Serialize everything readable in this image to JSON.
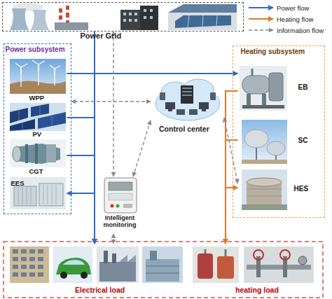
{
  "diagram": {
    "nodes": [
      {
        "text": [
          "Power Grid"
        ]
      },
      {
        "text": [
          "Power subsystem"
        ]
      },
      {
        "text": [
          "WPP"
        ],
        "in": 1
      },
      {
        "text": [
          "PV"
        ],
        "in": 1
      },
      {
        "text": [
          "CGT"
        ],
        "in": 1
      },
      {
        "text": [
          "EES"
        ],
        "in": 1
      },
      {
        "text": [
          "Control center"
        ]
      },
      {
        "text": [
          "Intelligent monitoring"
        ]
      },
      {
        "text": [
          "Heating subsystem"
        ]
      },
      {
        "text": [
          "EB"
        ],
        "in": 8
      },
      {
        "text": [
          "SC"
        ],
        "in": 8
      },
      {
        "text": [
          "HES"
        ],
        "in": 8
      },
      {
        "text": [
          "Electrical load"
        ]
      },
      {
        "text": [
          "heating load"
        ]
      }
    ],
    "edges": [
      {
        "from": 0,
        "to": 12,
        "arrow": "to"
      },
      {
        "from": 2,
        "to": 9,
        "arrow": "to"
      },
      {
        "from": 2,
        "to": 12,
        "arrow": "to"
      },
      {
        "from": 3,
        "to": 12,
        "arrow": "to"
      },
      {
        "from": 4,
        "to": 12,
        "arrow": "to"
      },
      {
        "from": 5,
        "to": 12,
        "arrow": "both"
      },
      {
        "from": 9,
        "to": 13,
        "arrow": "to"
      },
      {
        "from": 10,
        "to": 13,
        "arrow": "to"
      },
      {
        "from": 11,
        "to": 13,
        "arrow": "both"
      },
      {
        "from": 6,
        "to": 1,
        "arrow": "both"
      },
      {
        "from": 6,
        "to": 7,
        "arrow": "both"
      },
      {
        "from": 6,
        "to": 11,
        "arrow": "both"
      },
      {
        "from": 0,
        "to": 7,
        "arrow": "both"
      },
      {
        "from": 7,
        "to": 12,
        "arrow": "both"
      }
    ],
    "legend": [
      {
        "text": "Power flow"
      },
      {
        "text": "Heating flow"
      },
      {
        "text": "Information flow"
      }
    ]
  }
}
